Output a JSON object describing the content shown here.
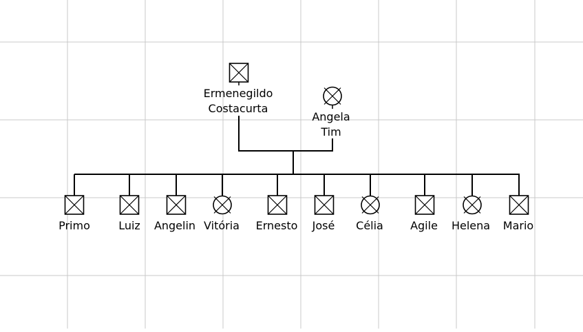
{
  "diagram": {
    "type": "pedigree",
    "colors": {
      "background": "#ffffff",
      "grid": "#c8c8c8",
      "line": "#000000"
    },
    "parents": [
      {
        "id": "ermenegildo",
        "name_lines": [
          "Ermenegildo",
          "Costacurta"
        ],
        "sex": "male",
        "deceased": true
      },
      {
        "id": "angela",
        "name_lines": [
          "Angela",
          "Tim"
        ],
        "sex": "female",
        "deceased": true
      }
    ],
    "children": [
      {
        "id": "primo",
        "name": "Primo",
        "sex": "male",
        "deceased": true
      },
      {
        "id": "luiz",
        "name": "Luiz",
        "sex": "male",
        "deceased": true
      },
      {
        "id": "angelin",
        "name": "Angelin",
        "sex": "male",
        "deceased": true
      },
      {
        "id": "vitoria",
        "name": "Vitória",
        "sex": "female",
        "deceased": true
      },
      {
        "id": "ernesto",
        "name": "Ernesto",
        "sex": "male",
        "deceased": true
      },
      {
        "id": "jose",
        "name": "José",
        "sex": "male",
        "deceased": true
      },
      {
        "id": "celia",
        "name": "Célia",
        "sex": "female",
        "deceased": true
      },
      {
        "id": "agile",
        "name": "Agile",
        "sex": "male",
        "deceased": true
      },
      {
        "id": "helena",
        "name": "Helena",
        "sex": "female",
        "deceased": true
      },
      {
        "id": "mario",
        "name": "Mario",
        "sex": "male",
        "deceased": true
      }
    ]
  }
}
